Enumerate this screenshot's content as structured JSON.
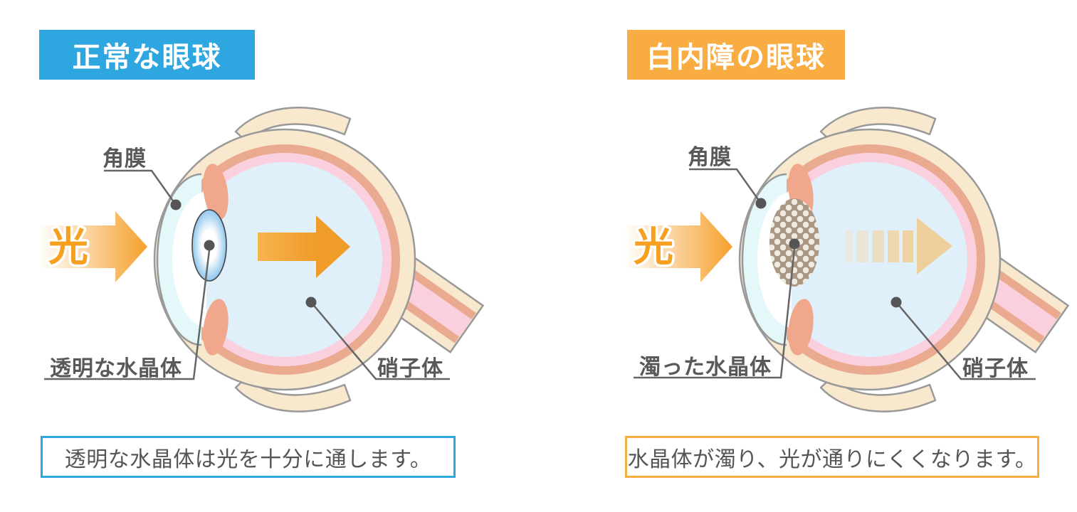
{
  "panels": {
    "normal": {
      "header": "正常な眼球",
      "light_label": "光",
      "cornea_label": "角膜",
      "lens_label": "透明な水晶体",
      "vitreous_label": "硝子体",
      "caption": "透明な水晶体は光を十分に通します。"
    },
    "cataract": {
      "header": "白内障の眼球",
      "light_label": "光",
      "cornea_label": "角膜",
      "lens_label": "濁った水晶体",
      "vitreous_label": "硝子体",
      "caption": "水晶体が濁り、光が通りにくくなります。"
    }
  },
  "colors": {
    "accent_normal": "#2EA7E0",
    "accent_cataract": "#F8AC41",
    "sclera_cream": "#F7E8CE",
    "choroid_salmon": "#EAAA90",
    "retina_pink": "#FBD0DE",
    "vitreous_blue": "#DFF0FB",
    "cornea_blue": "#E4F7F9",
    "iris_salmon": "#F1A78C",
    "lens_blue": "#79BCE9",
    "cataract_lens_brown": "#AB9884",
    "cataract_dot": "#EFEAE2",
    "light_orange": "#F5A02C",
    "label_gray": "#595959",
    "outline_gray": "#999999"
  }
}
